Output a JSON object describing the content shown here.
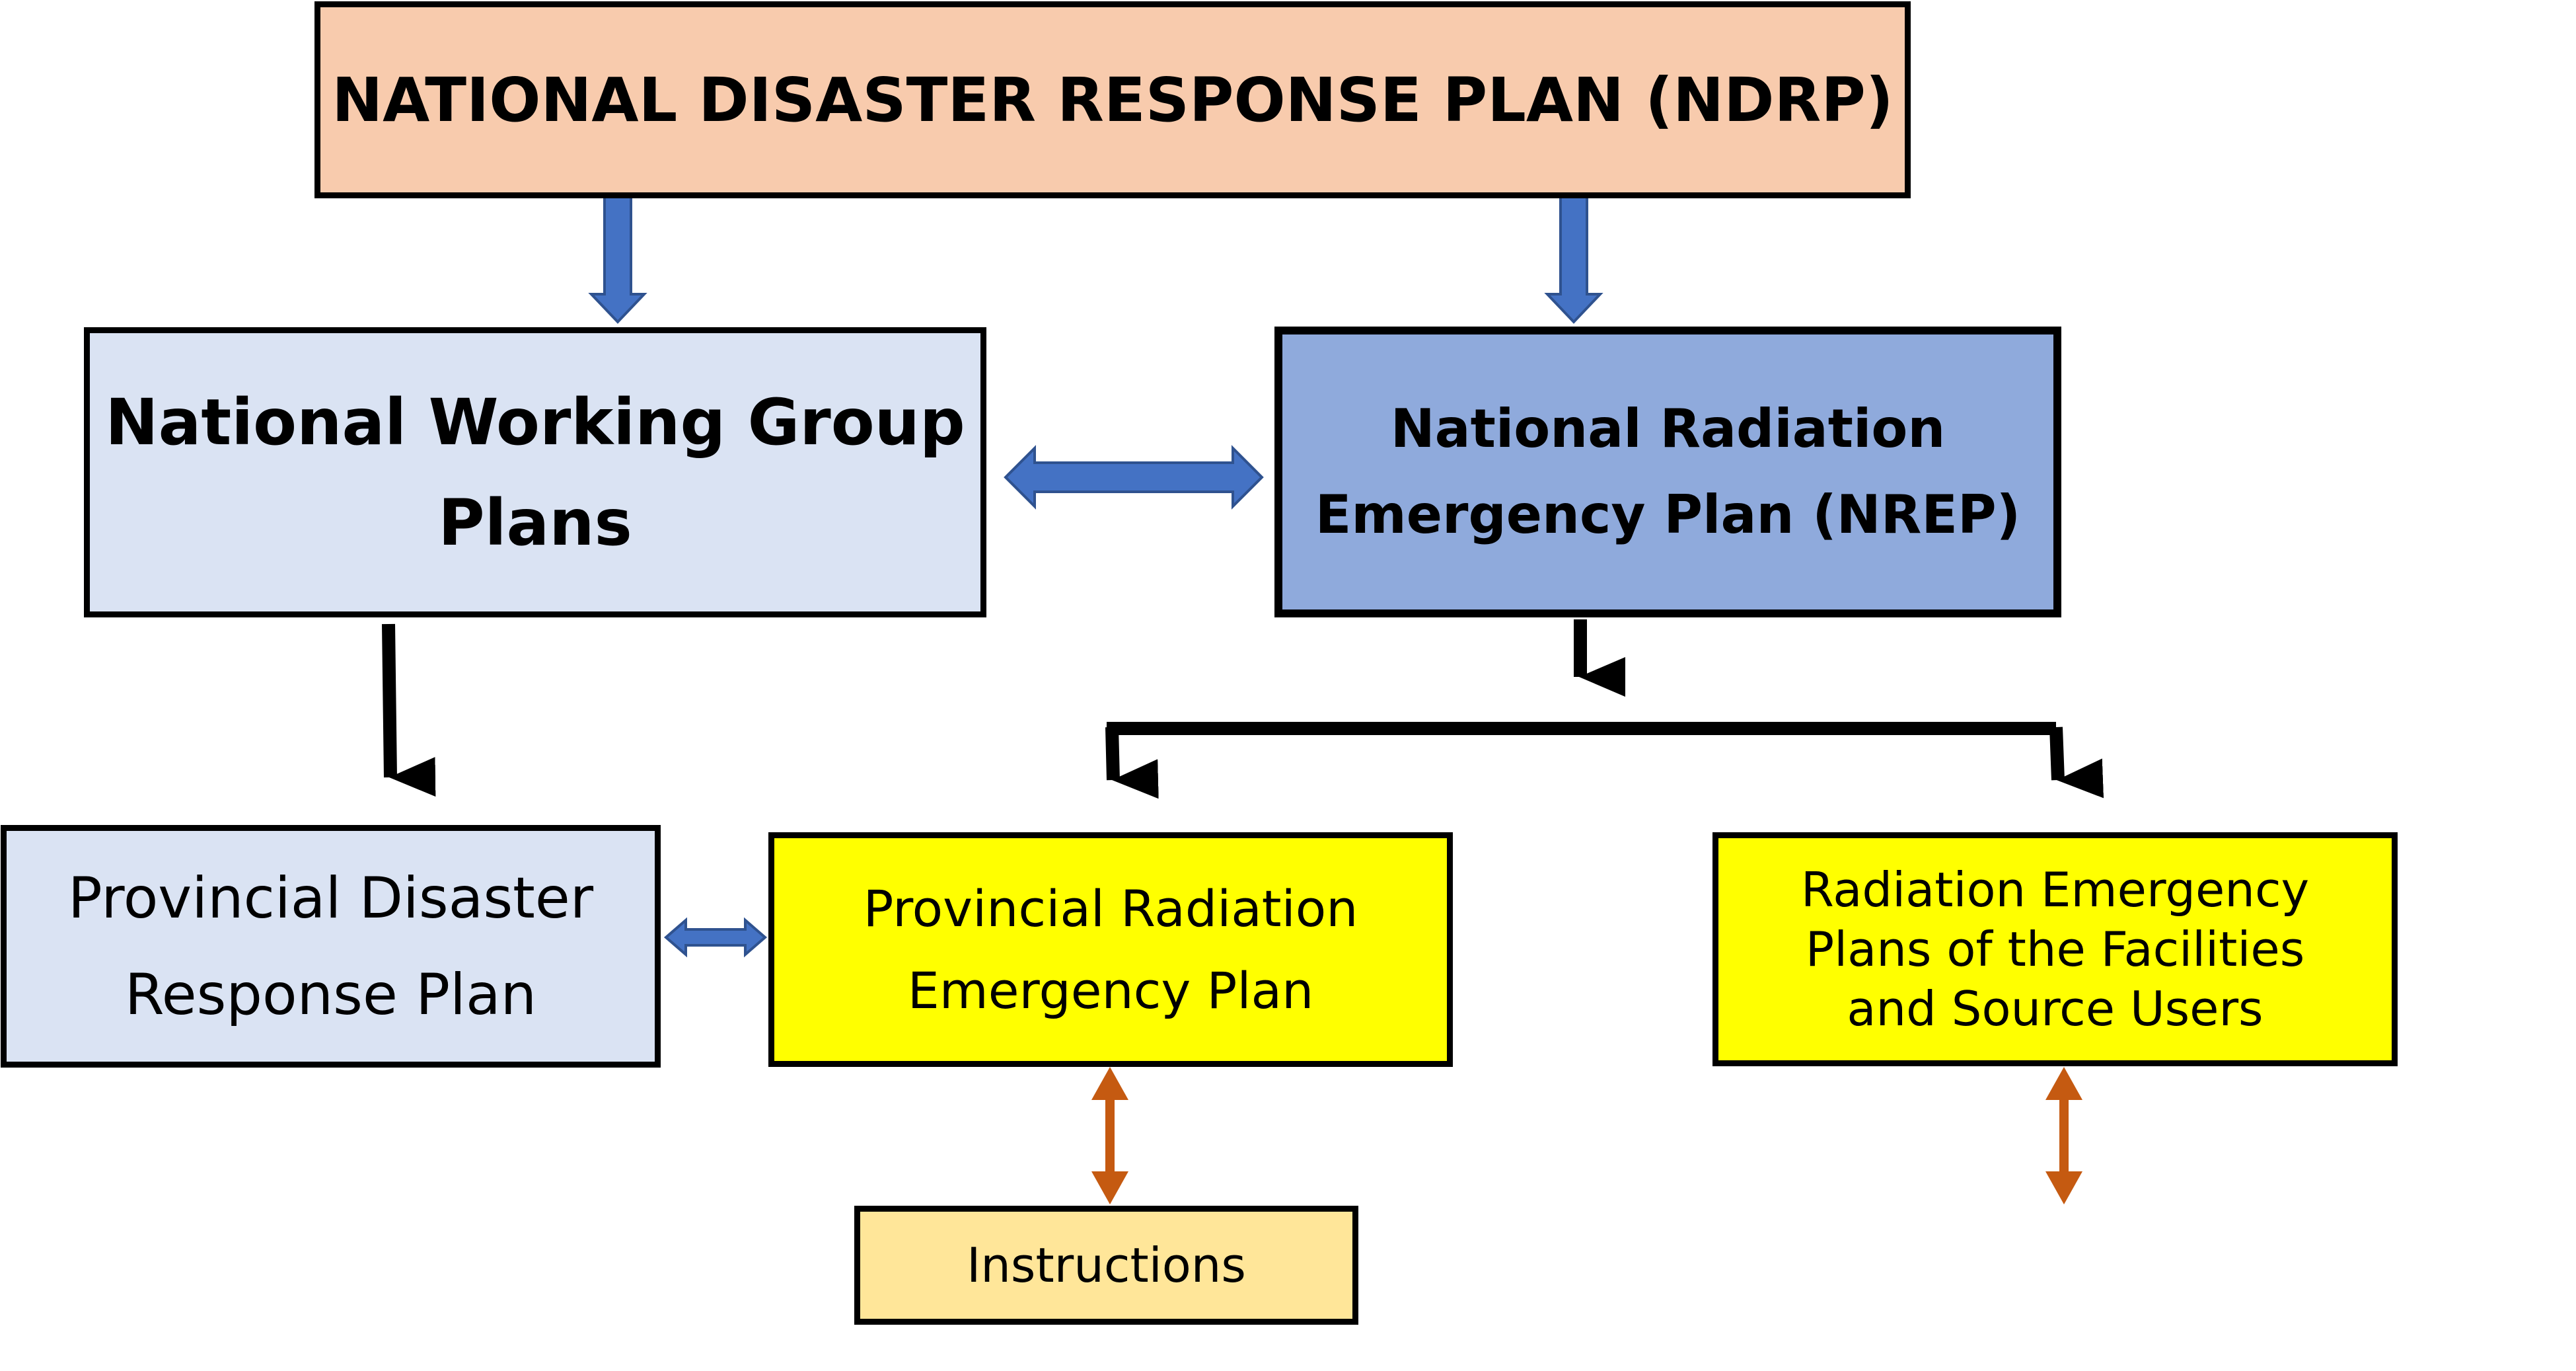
{
  "colors": {
    "ndrp_fill": "#F8CBAD",
    "working_group_fill": "#DAE3F3",
    "nrep_fill": "#8FAADC",
    "provincial_disaster_fill": "#DAE3F3",
    "yellow_fill": "#FFFF00",
    "instructions_fill": "#FFE699",
    "blue_arrow": "#4472C4",
    "orange_arrow": "#C55A11",
    "connector": "#000000"
  },
  "nodes": {
    "ndrp": {
      "lines": [
        "NATIONAL DISASTER RESPONSE PLAN (NDRP)"
      ]
    },
    "working_group": {
      "lines": [
        "National Working Group",
        "Plans"
      ]
    },
    "nrep": {
      "lines": [
        "National Radiation",
        "Emergency Plan (NREP)"
      ]
    },
    "provincial_disaster": {
      "lines": [
        "Provincial Disaster",
        "Response Plan"
      ]
    },
    "provincial_radiation": {
      "lines": [
        "Provincial Radiation",
        "Emergency Plan"
      ]
    },
    "facilities": {
      "lines": [
        "Radiation Emergency",
        "Plans of the Facilities",
        "and Source Users"
      ]
    },
    "instructions": {
      "lines": [
        "Instructions"
      ]
    }
  },
  "edges": [
    {
      "from": "ndrp",
      "to": "working_group",
      "style": "double-block-arrow"
    },
    {
      "from": "ndrp",
      "to": "nrep",
      "style": "double-block-arrow"
    },
    {
      "from": "working_group",
      "to": "nrep",
      "style": "double-block-arrow"
    },
    {
      "from": "working_group",
      "to": "provincial_disaster",
      "style": "arrow"
    },
    {
      "from": "nrep",
      "to": "provincial_radiation",
      "style": "elbow-arrow"
    },
    {
      "from": "nrep",
      "to": "facilities",
      "style": "elbow-arrow"
    },
    {
      "from": "provincial_disaster",
      "to": "provincial_radiation",
      "style": "double-block-arrow"
    },
    {
      "from": "provincial_radiation",
      "to": "instructions",
      "style": "double-arrow"
    },
    {
      "from": "facilities",
      "to": "",
      "style": "double-arrow"
    }
  ]
}
